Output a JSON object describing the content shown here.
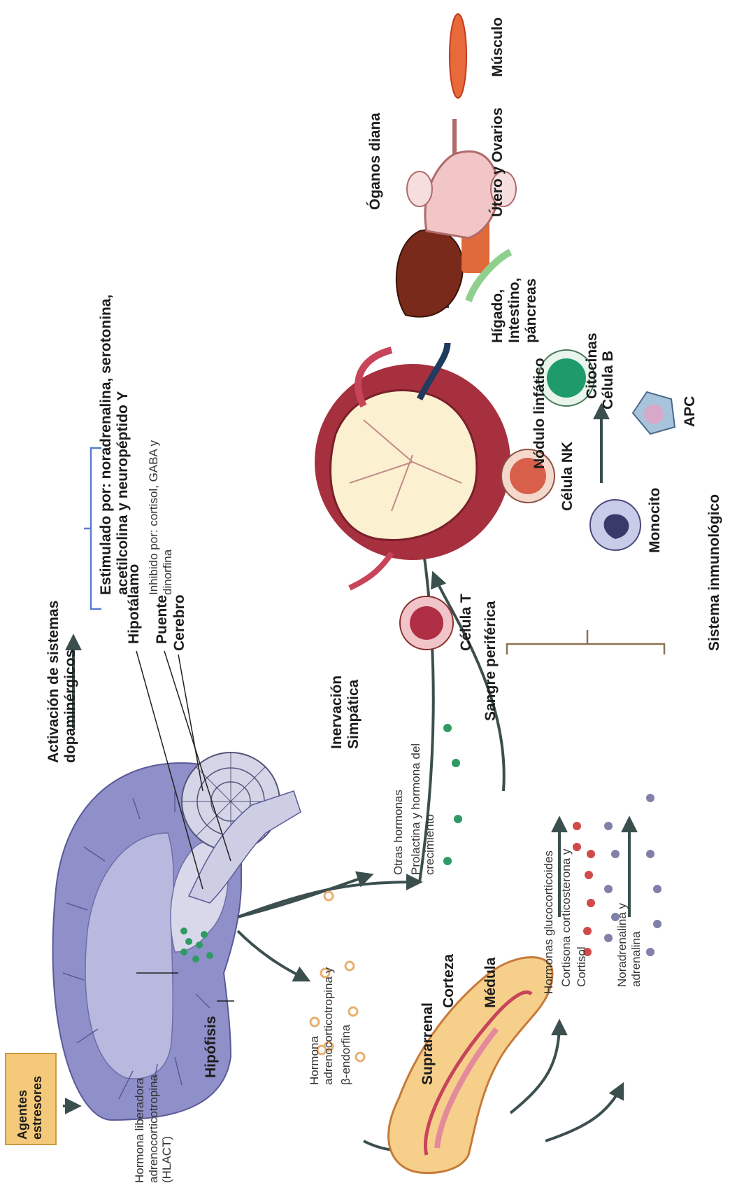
{
  "labels": {
    "agentes": "Agentes\nestresores",
    "activacion": "Activación de sistemas\ndopaminérgicos",
    "estimulado": "Estimulado por: noradrenalina, serotonina,\nacetilcolina y neuropéptido Y",
    "inhibido": "Inhibido por: cortisol, GABA y\ndinorfina",
    "hipotalamo": "Hipotálamo",
    "puente": "Puente",
    "cerebro": "Cerebro",
    "hlact": "Hormona liberadora\nadrenocorticotropina\n(HLACT)",
    "hipofisis": "Hipófisis",
    "inervacion": "Inervación\nSimpática",
    "otras": "Otras hormonas",
    "prolactina": "Prolactina y hormona del\ncrecimiento",
    "hormona_acth": "Hormona\nadrenocorticotropina y",
    "endorfina": "β-endorfina",
    "suprarrenal": "Suprarrenal",
    "corteza": "Corteza",
    "medula": "Médula",
    "glucocorticoides": "Hormonas glucocorticoides",
    "cortisona": "Cortisona  corticosterona y",
    "cortisol": "Cortisol",
    "noradrenalina": "Noradrenalina y\nadrenalina",
    "sangre": "Sangre periférica",
    "nodulo": "Nódulo linfático",
    "organos": "Óganos diana",
    "higado": "Hígado,\nIntestino,\npáncreas",
    "utero": "Útero y Ovarios",
    "musculo": "Músculo",
    "citocinas": "Citocinas",
    "celula_t": "Célula T",
    "celula_nk": "Célula NK",
    "celula_b": "Célula B",
    "monocito": "Monocito",
    "apc": "APC",
    "sistema": "Sistema inmunológico"
  },
  "colors": {
    "brain": "#8f8fc9",
    "stressor_box": "#f5c97a",
    "arrow": "#3c4f4f",
    "acth_dots": "#e8b070",
    "gluco_dots": "#d04a4a",
    "nor_dots": "#8080a8",
    "other_hormone_dots": "#2f9a63"
  }
}
